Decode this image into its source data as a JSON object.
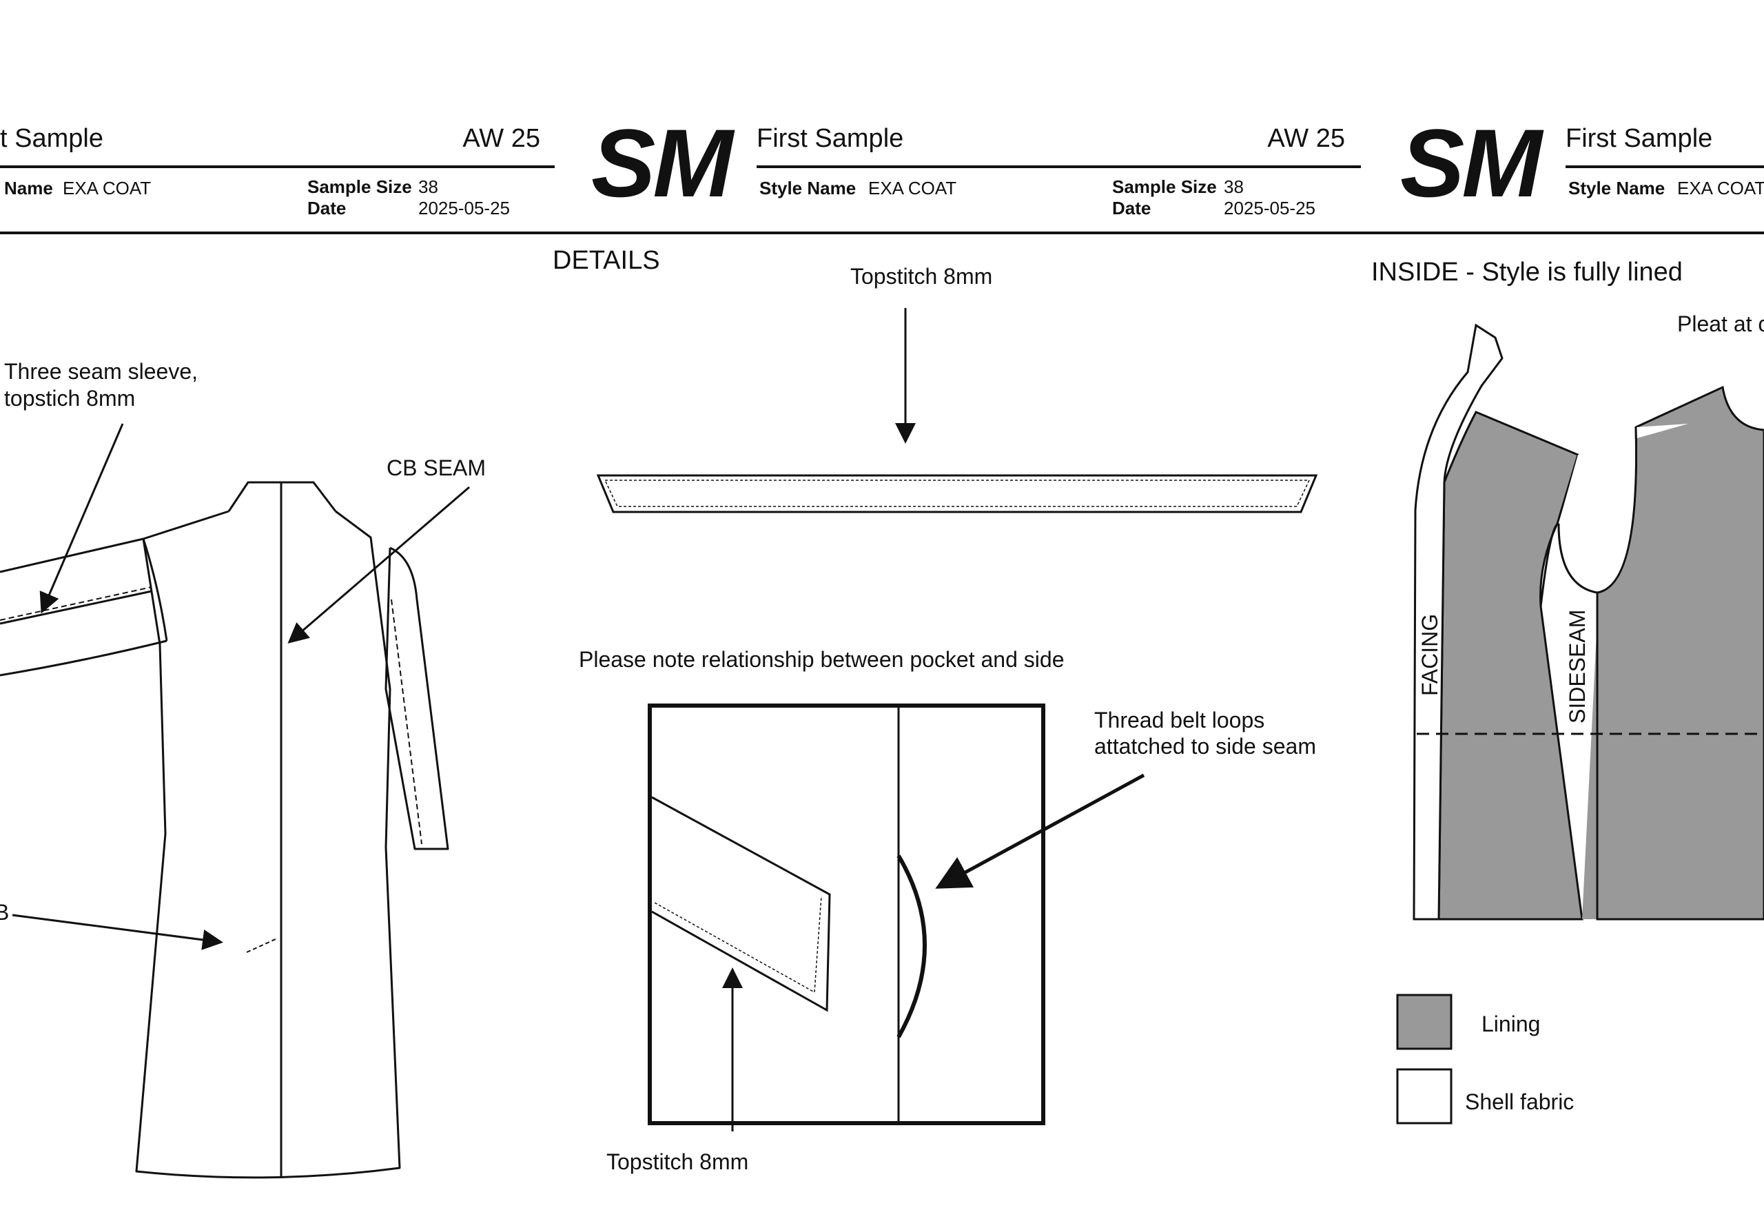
{
  "header": {
    "logo": "SM",
    "blocks": [
      {
        "title": "t Sample",
        "season": "AW 25",
        "style_name_label": "Name",
        "style_name_value": "EXA COAT",
        "sample_size_label": "Sample Size",
        "sample_size_value": "38",
        "date_label": "Date",
        "date_value": "2025-05-25"
      },
      {
        "title": "First Sample",
        "season": "AW 25",
        "style_name_label": "Style Name",
        "style_name_value": "EXA COAT",
        "sample_size_label": "Sample Size",
        "sample_size_value": "38",
        "date_label": "Date",
        "date_value": "2025-05-25"
      },
      {
        "title": "First Sample",
        "style_name_label": "Style Name",
        "style_name_value": "EXA COAT"
      }
    ]
  },
  "back_view": {
    "sleeve_note_line1": "Three seam sleeve,",
    "sleeve_note_line2": "topstich 8mm",
    "cb_seam": "CB SEAM",
    "partial_label": "B"
  },
  "details": {
    "heading": "DETAILS",
    "belt_topstitch": "Topstitch 8mm",
    "pocket_note": "Please note relationship between pocket and side",
    "loop_note_line1": "Thread belt loops",
    "loop_note_line2": "attatched to side seam",
    "pocket_topstitch": "Topstitch 8mm"
  },
  "inside": {
    "heading": "INSIDE - Style is fully lined",
    "pleat_note": "Pleat at c",
    "facing": "FACING",
    "sideseam": "SIDESEAM",
    "legend": [
      {
        "label": "Lining",
        "color": "#999999"
      },
      {
        "label": "Shell fabric",
        "color": "#ffffff"
      }
    ]
  }
}
